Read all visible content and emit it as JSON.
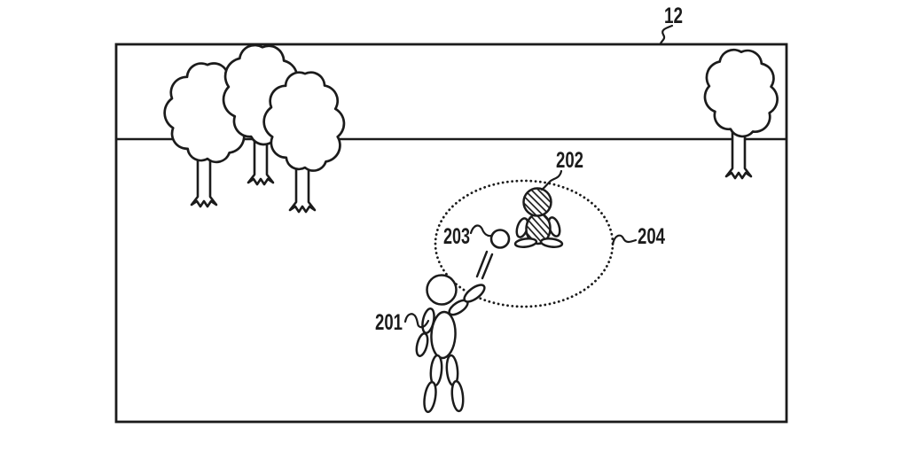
{
  "figure": {
    "background_color": "#ffffff",
    "line_color": "#1b1b1b",
    "labels": {
      "display": "12",
      "player": "201",
      "character": "202",
      "ball": "203",
      "region": "204"
    }
  }
}
